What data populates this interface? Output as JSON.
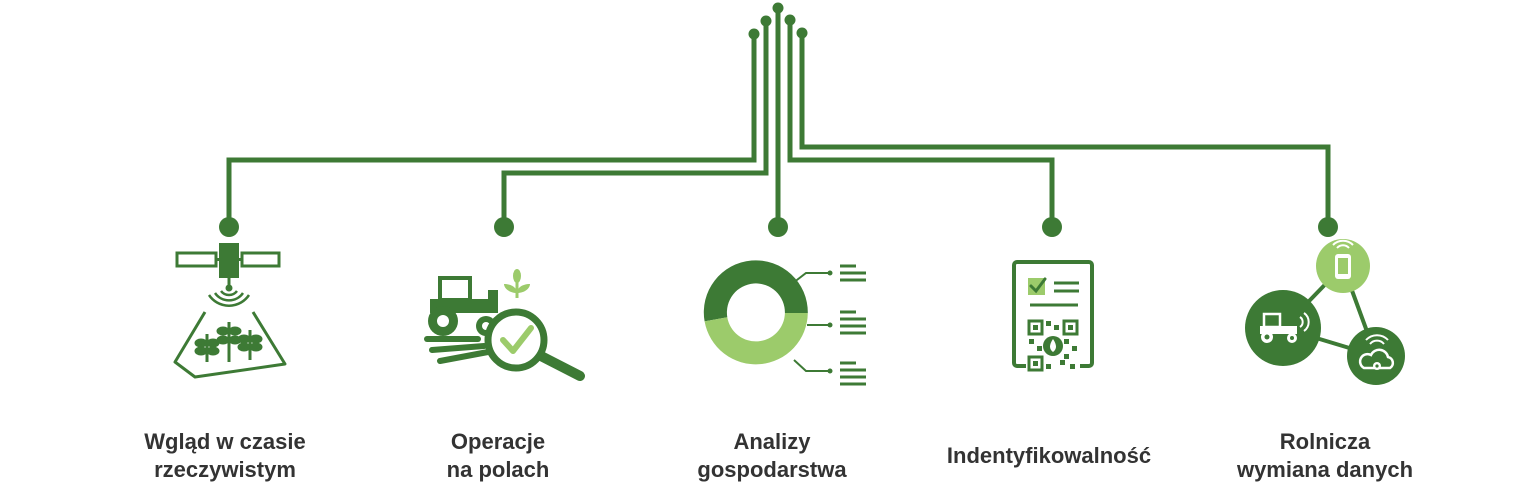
{
  "colors": {
    "dark_green": "#3d7a35",
    "light_green": "#9ccb6b",
    "text": "#333333",
    "background": "#ffffff"
  },
  "items": [
    {
      "icon": "satellite-crop-icon",
      "lines": [
        "Wgląd w czasie",
        "rzeczywistym"
      ]
    },
    {
      "icon": "tractor-magnifier-check-icon",
      "lines": [
        "Operacje",
        "na polach"
      ]
    },
    {
      "icon": "donut-chart-icon",
      "lines": [
        "Analizy",
        "gospodarstwa"
      ]
    },
    {
      "icon": "document-qr-code-icon",
      "lines": [
        "Indentyfikowalność"
      ]
    },
    {
      "icon": "data-exchange-network-icon",
      "lines": [
        "Rolnicza",
        "wymiana danych"
      ]
    }
  ]
}
